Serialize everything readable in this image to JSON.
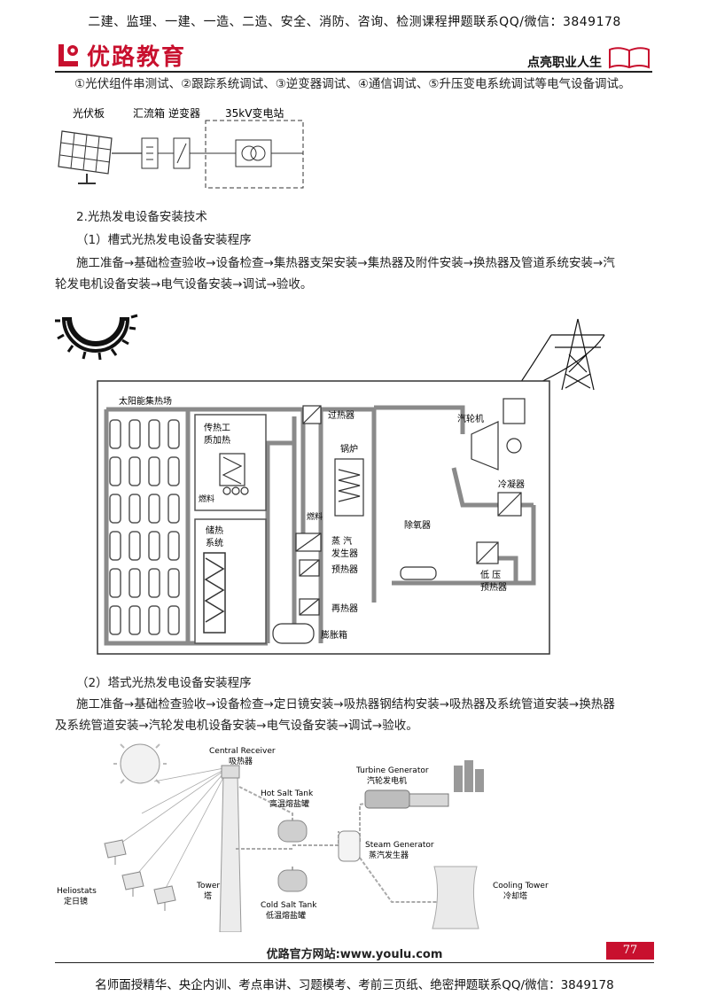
{
  "header": {
    "banner": "二建、监理、一建、一造、二造、安全、消防、咨询、检测课程押题联系QQ/微信：3849178",
    "brand": "优路教育",
    "slogan": "点亮职业人生"
  },
  "content": {
    "line1": "①光伏组件串测试、②跟踪系统调试、③逆变器调试、④通信调试、⑤升压变电系统调试等电气设备调试。",
    "pv_diagram": {
      "label_panel": "光伏板",
      "label_combiner": "汇流箱",
      "label_inverter": "逆变器",
      "label_substation": "35kV变电站"
    },
    "section_title": "2.光热发电设备安装技术",
    "sub1_title": "（1）槽式光热发电设备安装程序",
    "sub1_text_l1": "施工准备→基础检查验收→设备检查→集热器支架安装→集热器及附件安装→换热器及管道系统安装→汽",
    "sub1_text_l2": "轮发电机设备安装→电气设备安装→调试→验收。",
    "trough_diagram": {
      "field": "太阳能集热场",
      "aux_heat_1": "传热工",
      "aux_heat_2": "质加热",
      "fuel1": "燃料",
      "storage_1": "储热",
      "storage_2": "系统",
      "superheater": "过热器",
      "boiler": "锅炉",
      "fuel2": "燃料",
      "steam_gen_1": "蒸  汽",
      "steam_gen_2": "发生器",
      "preheater": "预热器",
      "reheater": "再热器",
      "expansion": "膨胀箱",
      "turbine": "汽轮机",
      "condenser": "冷凝器",
      "deaerator": "除氧器",
      "lp_heater_1": "低  压",
      "lp_heater_2": "预热器"
    },
    "sub2_title": "（2）塔式光热发电设备安装程序",
    "sub2_text_l1": "施工准备→基础检查验收→设备检查→定日镜安装→吸热器钢结构安装→吸热器及系统管道安装→换热器",
    "sub2_text_l2": "及系统管道安装→汽轮发电机设备安装→电气设备安装→调试→验收。",
    "tower_diagram": {
      "receiver_en": "Central Receiver",
      "receiver_cn": "吸热器",
      "hot_tank_en": "Hot Salt Tank",
      "hot_tank_cn": "高温熔盐罐",
      "cold_tank_en": "Cold Salt Tank",
      "cold_tank_cn": "低温熔盐罐",
      "turbine_en": "Turbine Generator",
      "turbine_cn": "汽轮发电机",
      "steam_en": "Steam Generator",
      "steam_cn": "蒸汽发生器",
      "cooling_en": "Cooling Tower",
      "cooling_cn": "冷却塔",
      "tower_en": "Tower",
      "tower_cn": "塔",
      "heliostat_en": "Heliostats",
      "heliostat_cn": "定日镜"
    }
  },
  "footer": {
    "site": "优路官方网站:www.youlu.com",
    "page_number": "77",
    "slogan": "名师面授精华、央企内训、考点串讲、习题模考、考前三页纸、绝密押题联系QQ/微信：3849178"
  },
  "colors": {
    "brand_red": "#c8102e",
    "pipe_gray": "#8a8a8a"
  }
}
